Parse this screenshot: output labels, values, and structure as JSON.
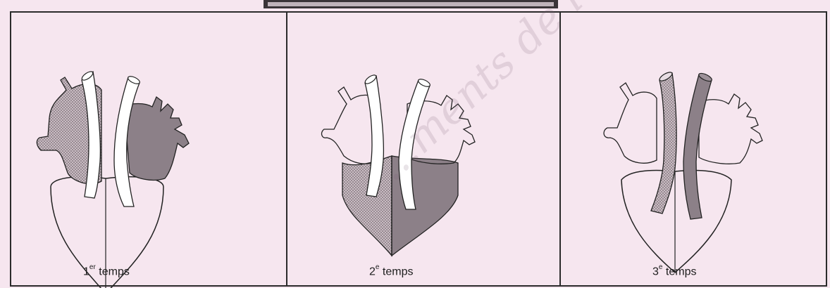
{
  "panels": [
    {
      "number": "1",
      "suffix": "er",
      "word": "temps",
      "phase": "atrial-systole"
    },
    {
      "number": "2",
      "suffix": "e",
      "word": "temps",
      "phase": "ventricular-systole"
    },
    {
      "number": "3",
      "suffix": "e",
      "word": "temps",
      "phase": "ejection-into-arteries"
    }
  ],
  "watermark": "...ments de l'enseignement",
  "colors": {
    "outline": "#222222",
    "left_fill": "#b9acb3",
    "right_fill": "#8c8088",
    "background": "#f6e6ef"
  }
}
